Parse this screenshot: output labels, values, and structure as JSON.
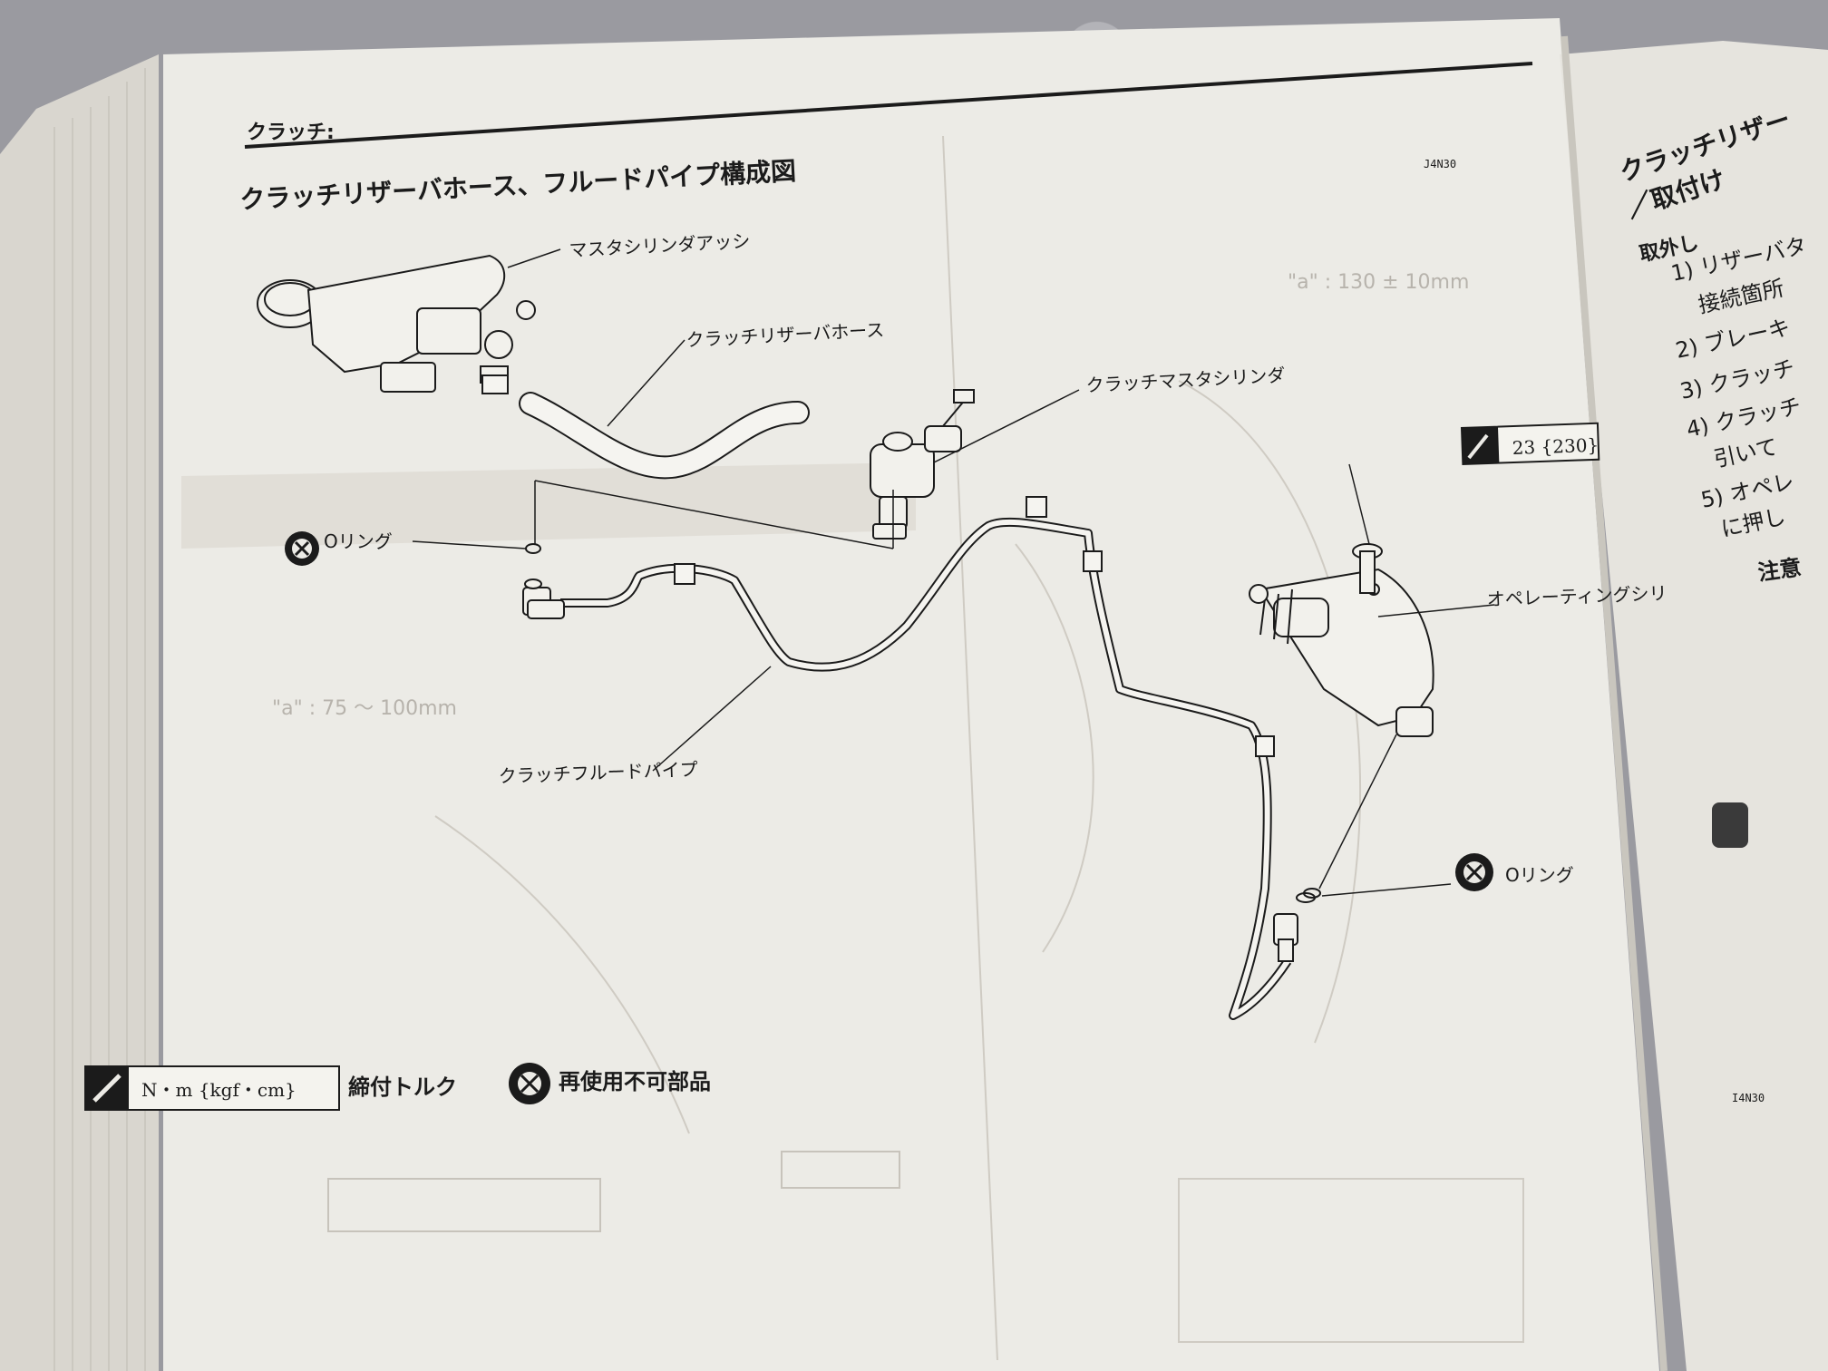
{
  "header": {
    "section": "クラッチ:",
    "title": "クラッチリザーバホース、フルードパイプ構成図"
  },
  "callouts": {
    "master_cylinder_assy": "マスタシリンダアッシ",
    "reservoir_hose": "クラッチリザーバホース",
    "clutch_master_cylinder": "クラッチマスタシリンダ",
    "o_ring_left": "Oリング",
    "fluid_pipe": "クラッチフルードパイプ",
    "operating_cylinder": "オペレーティングシリ",
    "o_ring_right": "Oリング"
  },
  "torque_spec": {
    "value": "23 {230}"
  },
  "legend": {
    "unit": "N・m {kgf・cm}",
    "torque_label": "締付トルク",
    "non_reusable_label": "再使用不可部品"
  },
  "right_page": {
    "title_line1": "クラッチリザー",
    "title_line2": "／取付け",
    "removal_heading": "取外し",
    "steps": [
      "1) リザーバタ",
      "接続箇所",
      "2) ブレーキ",
      "3) クラッチ",
      "4) クラッチ",
      "引いて",
      "5) オペレ",
      "に押し"
    ],
    "caution": "注意",
    "code": "J4N30"
  },
  "edge_codes": {
    "bottom_right": "I4N30"
  },
  "ghost_text": {
    "dimension_a": "\"a\" : 130 ± 10mm",
    "dimension_b": "\"a\" : 75 ～ 100mm"
  },
  "colors": {
    "paper": "#ecebe6",
    "ink": "#1b1b1b",
    "bleed": "#b7b3ac",
    "table": "#9a9aa0"
  }
}
